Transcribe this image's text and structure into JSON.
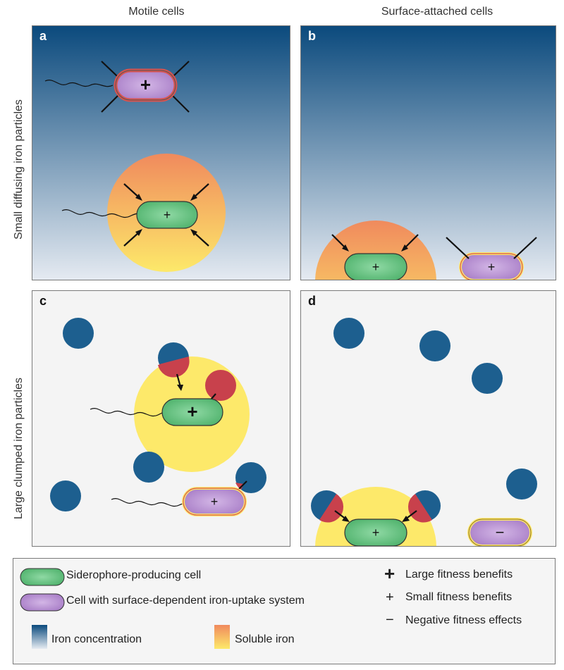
{
  "columns": {
    "left": "Motile cells",
    "right": "Surface-attached cells"
  },
  "rows": {
    "top": "Small diffusing iron particles",
    "bottom": "Large clumped iron particles"
  },
  "panels": {
    "a": "a",
    "b": "b",
    "c": "c",
    "d": "d"
  },
  "cell_marks": {
    "large": "+",
    "small": "+",
    "negative": "−"
  },
  "legend": {
    "siderophore": "Siderophore-producing cell",
    "surface_uptake": "Cell with surface-dependent iron-uptake system",
    "iron_concentration": "Iron concentration",
    "soluble_iron": "Soluble iron",
    "large_benefit_symbol": "+",
    "large_benefit": "Large fitness benefits",
    "small_benefit_symbol": "+",
    "small_benefit": "Small fitness benefits",
    "negative_symbol": "−",
    "negative": "Negative fitness effects"
  },
  "colors": {
    "deep_blue": "#0b4a7d",
    "pale_blue": "#e6ebf2",
    "soluble_orange": "#f08a5d",
    "soluble_yellow": "#fde96a",
    "siderophore_green": "#5cc07a",
    "uptake_purple": "#b58cd0",
    "iron_particle": "#1d5f8f",
    "iron_solubilised": "#c8414c"
  }
}
